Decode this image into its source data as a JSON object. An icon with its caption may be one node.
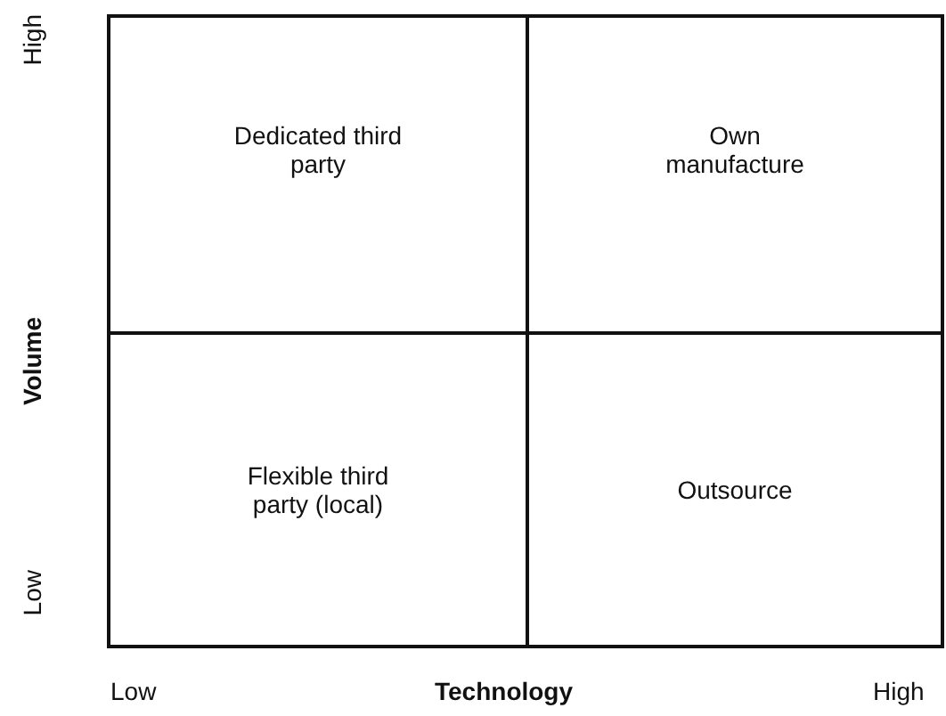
{
  "diagram": {
    "nodes": [
      {
        "text": [
          "Dedicated third party"
        ]
      },
      {
        "text": [
          "Own manufacture"
        ]
      },
      {
        "text": [
          "Flexible third party (local)"
        ]
      },
      {
        "text": [
          "Outsource"
        ]
      }
    ],
    "labels": [
      "High",
      "Volume",
      "Low",
      "Low",
      "Technology",
      "High"
    ]
  }
}
